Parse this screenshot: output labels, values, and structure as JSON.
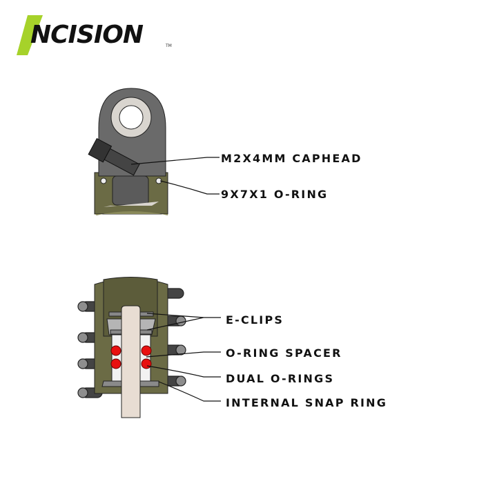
{
  "logo": {
    "text": "NCISION",
    "trademark": "TM",
    "accent_color": "#a6d22a"
  },
  "top_assembly": {
    "labels": [
      "M2X4MM CAPHEAD",
      "9X7X1 O-RING"
    ]
  },
  "bottom_assembly": {
    "labels": [
      "E-CLIPS",
      "O-RING SPACER",
      "DUAL O-RINGS",
      "INTERNAL SNAP RING"
    ]
  },
  "colors": {
    "housing": "#6b6b45",
    "rod_end": "#6a6a6a",
    "o_ring": "#e81010",
    "shaft": "#e8ddd3"
  }
}
